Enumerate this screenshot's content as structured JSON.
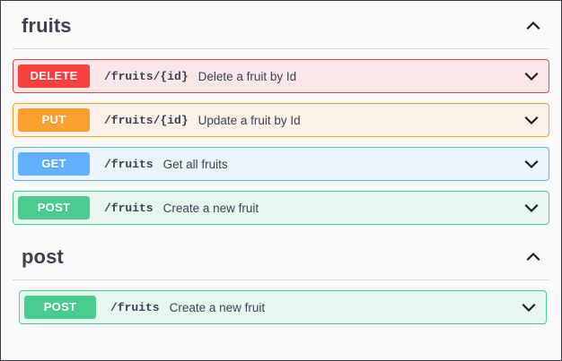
{
  "page": {
    "background": "#fafafa",
    "border_color": "#3b3b47"
  },
  "method_colors": {
    "delete": "#f93e3e",
    "put": "#fca130",
    "get": "#61affe",
    "post": "#49cc90"
  },
  "sections": [
    {
      "title": "fruits",
      "toggle_icon": "chevron-up-icon",
      "operations": [
        {
          "method": "DELETE",
          "path": "/fruits/{id}",
          "summary": "Delete a fruit by Id",
          "expand_icon": "chevron-down-icon"
        },
        {
          "method": "PUT",
          "path": "/fruits/{id}",
          "summary": "Update a fruit by Id",
          "expand_icon": "chevron-down-icon"
        },
        {
          "method": "GET",
          "path": "/fruits",
          "summary": "Get all fruits",
          "expand_icon": "chevron-down-icon"
        },
        {
          "method": "POST",
          "path": "/fruits",
          "summary": "Create a new fruit",
          "expand_icon": "chevron-down-icon"
        }
      ]
    },
    {
      "title": "post",
      "toggle_icon": "chevron-up-icon",
      "operations": [
        {
          "method": "POST",
          "path": "/fruits",
          "summary": "Create a new fruit",
          "expand_icon": "chevron-down-icon"
        }
      ]
    }
  ]
}
